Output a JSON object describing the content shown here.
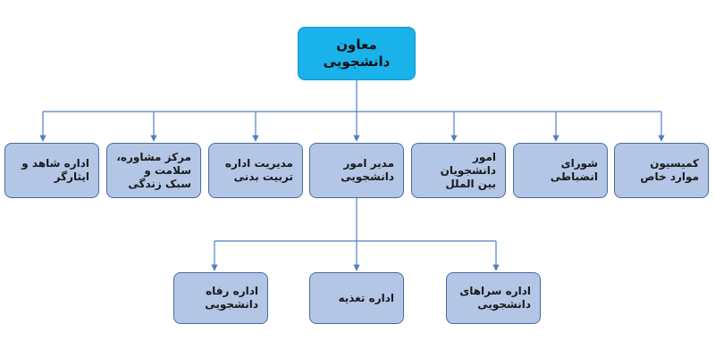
{
  "root": {
    "label": "معاون دانشجویی"
  },
  "level1": [
    {
      "label": "اداره شاهد و ایثارگر"
    },
    {
      "label": "مرکز مشاوره، سلامت و سبک زندگی"
    },
    {
      "label": "مدیریت  اداره تربیت بدنی"
    },
    {
      "label": "مدیر امور دانشجویی"
    },
    {
      "label": "امور دانشجویان بین الملل"
    },
    {
      "label": "شورای انضباطی"
    },
    {
      "label": "کمیسیون موارد خاص"
    }
  ],
  "level2": [
    {
      "label": "اداره رفاه دانشجویی"
    },
    {
      "label": "اداره تغذیه"
    },
    {
      "label": "اداره سراهای دانشجویی"
    }
  ],
  "colors": {
    "root_fill": "#1ab2ea",
    "box_fill": "#b3c6e6",
    "box_border": "#4a6a9e",
    "connector": "#4f7fc0"
  }
}
